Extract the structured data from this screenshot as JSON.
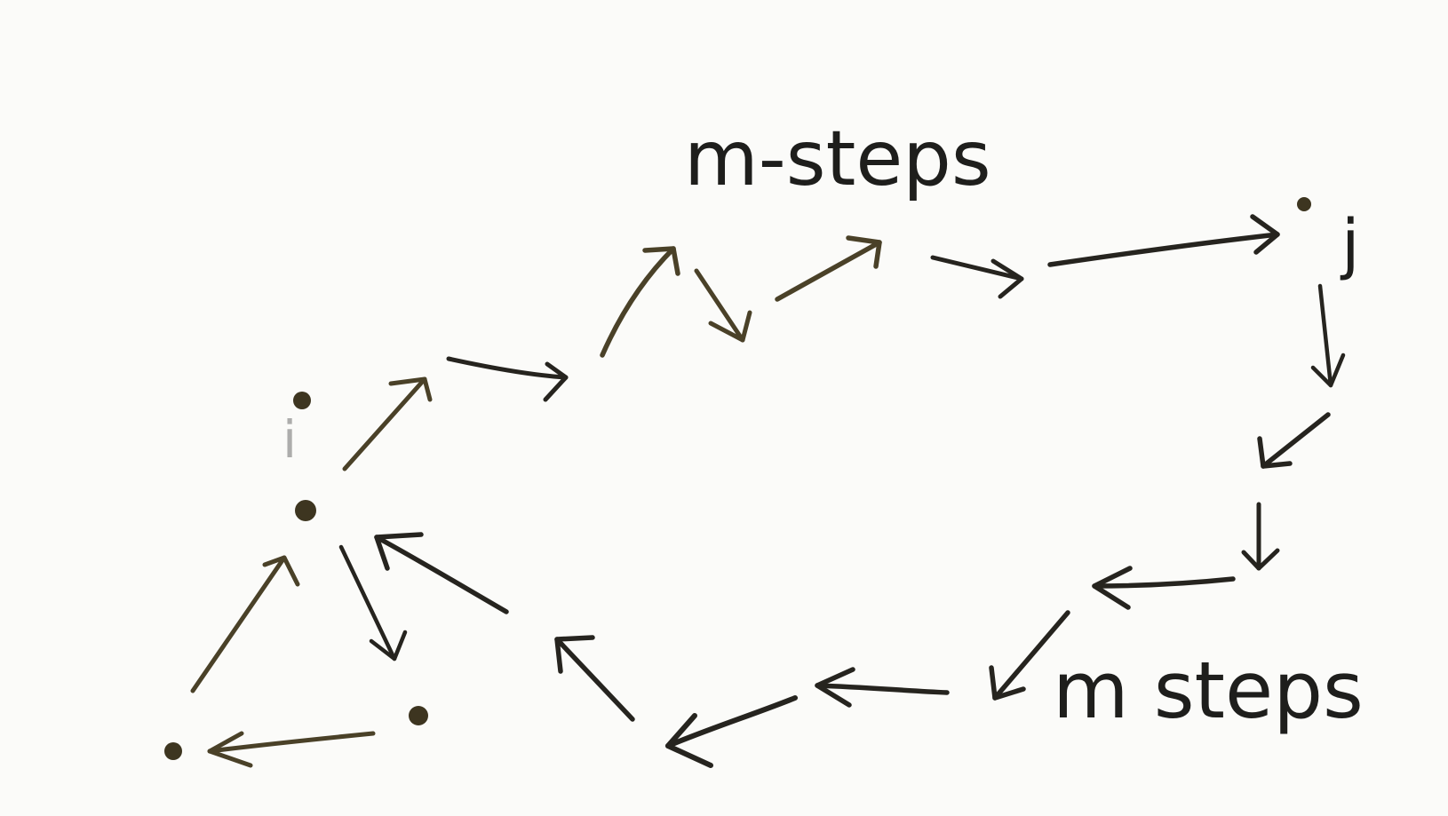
{
  "diagram": {
    "labels": {
      "node_i": "i",
      "node_j": "j",
      "top_steps": "m-steps",
      "bottom_steps": "m steps"
    },
    "colors": {
      "background": "#fbfbf9",
      "ink_brown": "#4a4128",
      "ink_dark": "#26241f",
      "dot": "#3d3520"
    }
  }
}
